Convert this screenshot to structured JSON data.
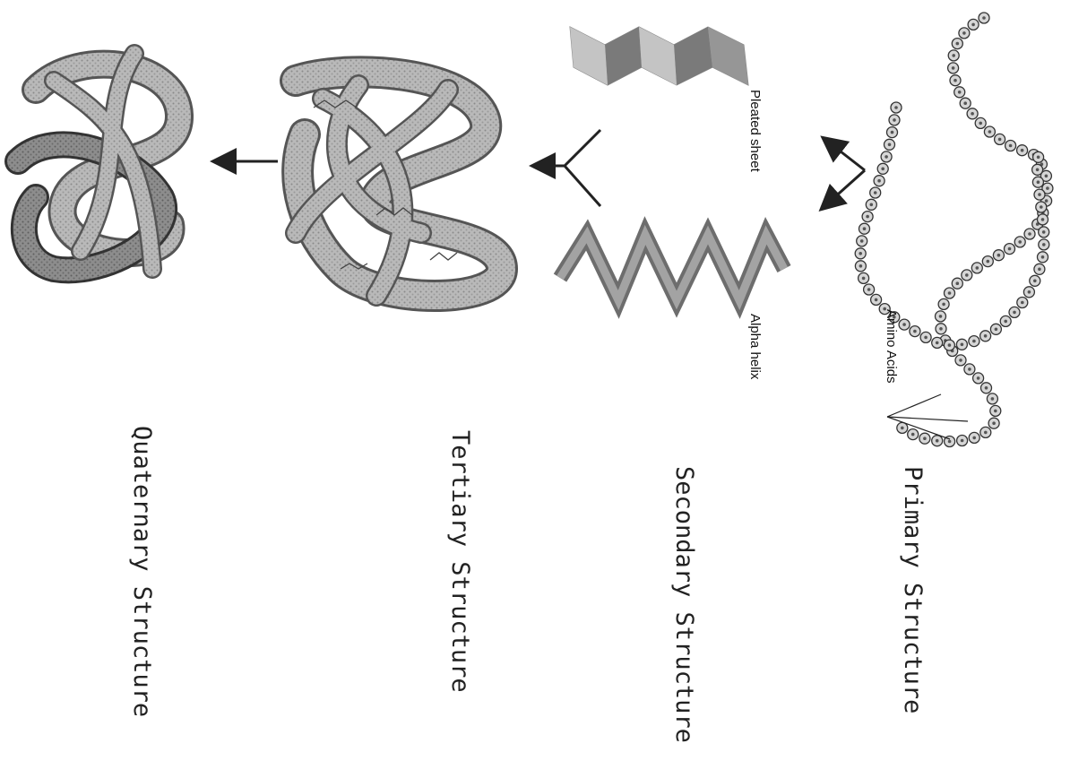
{
  "stages": {
    "primary": "Primary Structure",
    "secondary": "Secondary Structure",
    "tertiary": "Tertiary Structure",
    "quaternary": "Quaternary Structure"
  },
  "labels": {
    "amino_acids": "Amino Acids",
    "pleated_sheet": "Pleated sheet",
    "alpha_helix": "Alpha helix"
  },
  "colors": {
    "protein_light": "#b9b9b9",
    "protein_dark": "#8d8d8d",
    "sheet": "#9e9e9e",
    "arrow": "#222222"
  }
}
